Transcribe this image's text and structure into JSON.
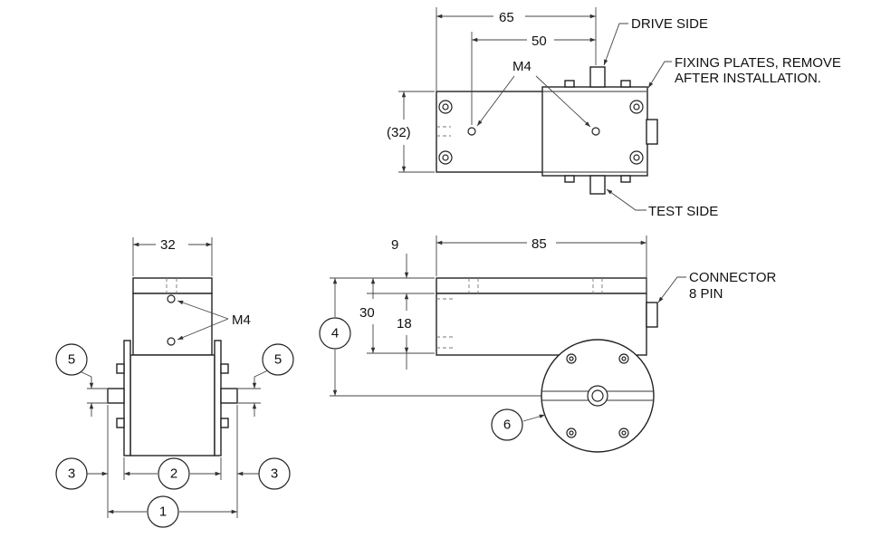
{
  "top_view": {
    "dim_width": "65",
    "dim_hole_spacing": "50",
    "dim_height": "(32)",
    "hole_label": "M4",
    "drive_side": "DRIVE SIDE",
    "test_side": "TEST SIDE",
    "fixing_plates_line1": "FIXING PLATES, REMOVE",
    "fixing_plates_line2": "AFTER INSTALLATION."
  },
  "end_view": {
    "dim_width": "32",
    "hole_label": "M4"
  },
  "front_view": {
    "dim_length": "85",
    "dim_top": "9",
    "dim_overall_height": "30",
    "dim_body_height": "18",
    "connector_line1": "CONNECTOR",
    "connector_line2": "8 PIN"
  },
  "callouts": {
    "b1": "1",
    "b2": "2",
    "b3_left": "3",
    "b3_right": "3",
    "b4": "4",
    "b5_left": "5",
    "b5_right": "5",
    "b6": "6"
  }
}
